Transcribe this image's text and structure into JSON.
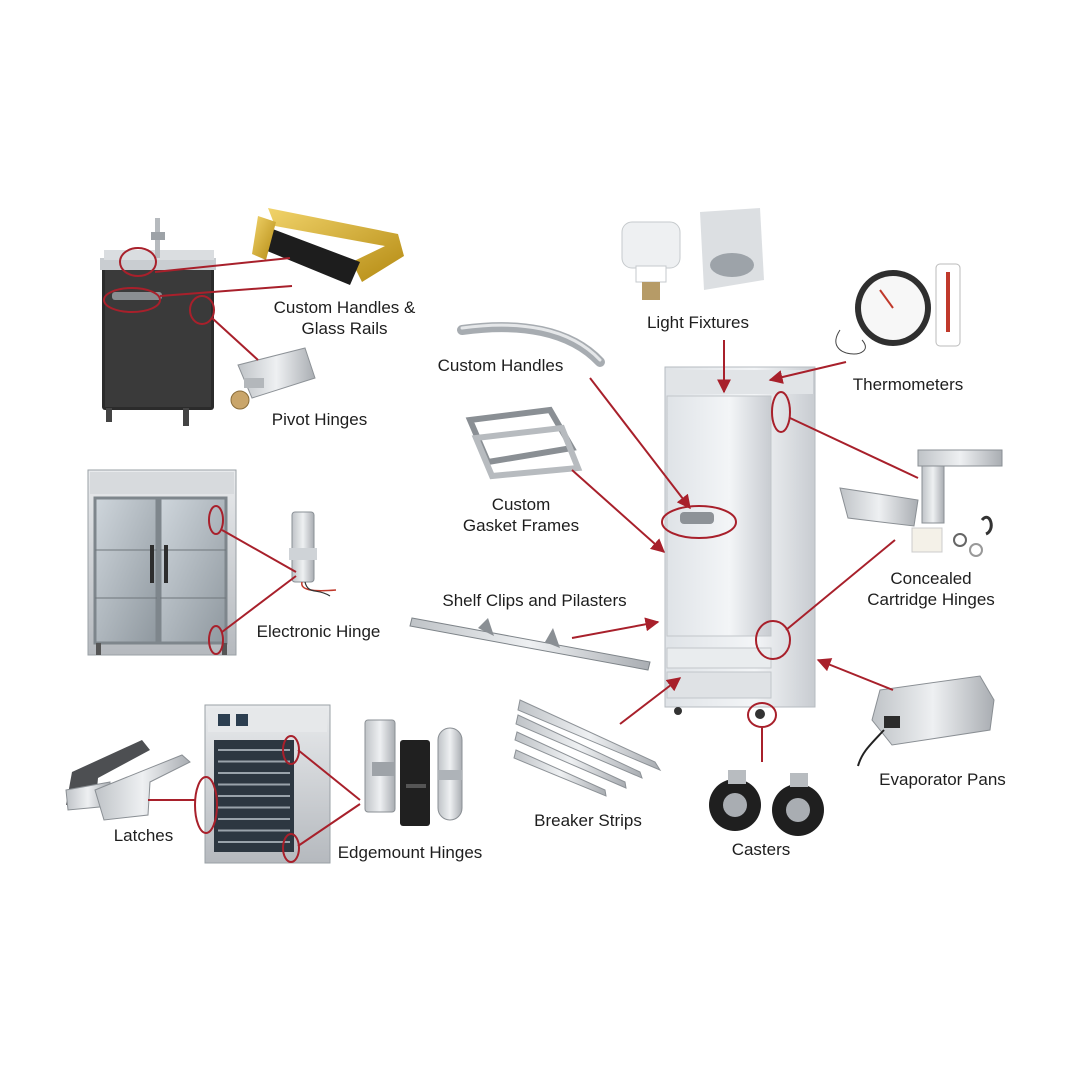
{
  "diagram": {
    "accent_color": "#a8202b",
    "labels": {
      "custom_handles_glass_rails_1": "Custom Handles &",
      "custom_handles_glass_rails_2": "Glass Rails",
      "pivot_hinges": "Pivot Hinges",
      "custom_handles": "Custom Handles",
      "light_fixtures": "Light Fixtures",
      "thermometers": "Thermometers",
      "custom_gasket_frames_1": "Custom",
      "custom_gasket_frames_2": "Gasket Frames",
      "concealed_cartridge_hinges_1": "Concealed",
      "concealed_cartridge_hinges_2": "Cartridge Hinges",
      "electronic_hinge": "Electronic Hinge",
      "shelf_clips_pilasters": "Shelf Clips and Pilasters",
      "evaporator_pans": "Evaporator Pans",
      "latches": "Latches",
      "edgemount_hinges": "Edgemount Hinges",
      "breaker_strips": "Breaker Strips",
      "casters": "Casters"
    }
  }
}
